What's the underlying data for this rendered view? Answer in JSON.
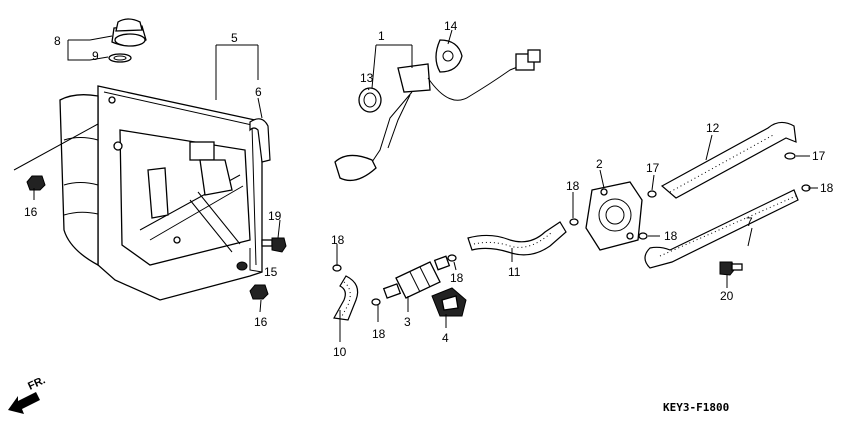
{
  "diagram": {
    "code": "KEY3-F1800",
    "direction_label": "FR.",
    "callouts": {
      "c1": "1",
      "c2": "2",
      "c3": "3",
      "c4": "4",
      "c5": "5",
      "c6": "6",
      "c7": "7",
      "c8": "8",
      "c9": "9",
      "c10": "10",
      "c11": "11",
      "c12": "12",
      "c13": "13",
      "c14": "14",
      "c15": "15",
      "c16a": "16",
      "c16b": "16",
      "c17a": "17",
      "c17b": "17",
      "c18a": "18",
      "c18b": "18",
      "c18c": "18",
      "c18d": "18",
      "c18e": "18",
      "c18f": "18",
      "c19": "19",
      "c20": "20"
    }
  }
}
